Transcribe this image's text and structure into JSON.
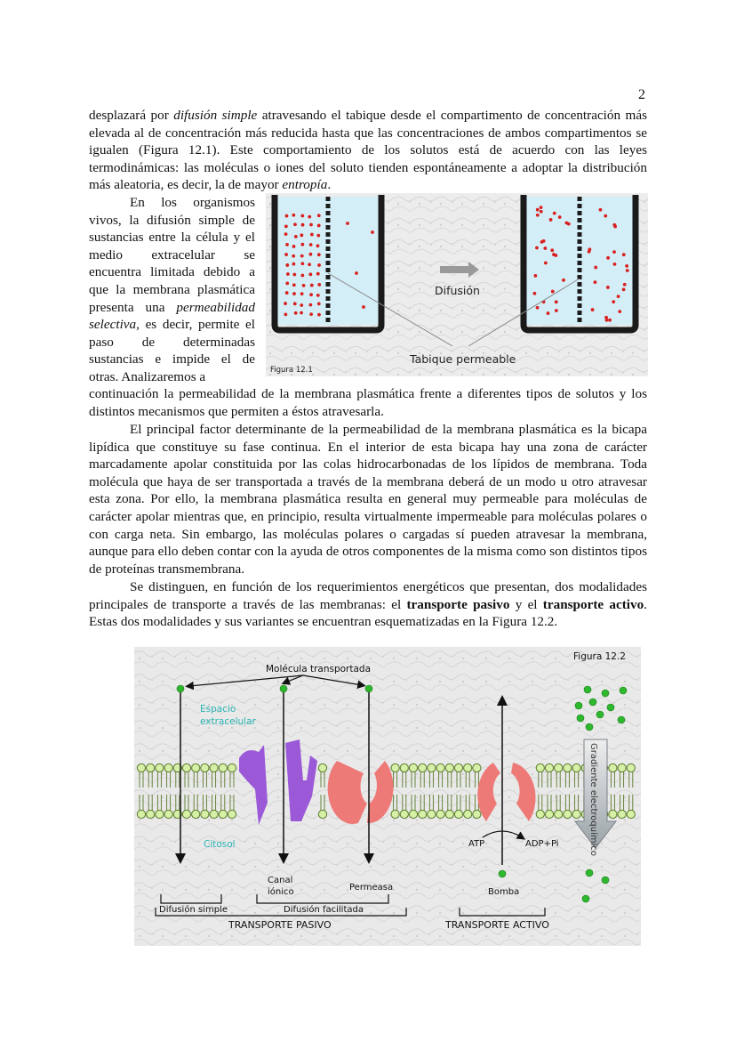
{
  "page_number": "2",
  "para1": {
    "t1": "desplazará por ",
    "i1": "difusión simple",
    "t2": " atravesando el tabique desde el compartimento de concentración más elevada al de concentración más reducida hasta que las concentraciones de ambos compartimentos se igualen (Figura 12.1). Este comportamiento de los solutos está de acuerdo con las leyes termodinámicas: las moléculas o iones del soluto tienden espontáneamente a adoptar la distribución más aleatoria, es decir, la de mayor ",
    "i2": "entropía",
    "t3": "."
  },
  "para2": {
    "t1": "En los organismos vivos, la difusión simple de sustancias entre la célula y el medio extracelular se encuentra limitada debido a que la membrana plasmática presenta una ",
    "i1": "permeabilidad selectiva",
    "t2": ", es decir, permite el paso de determinadas sustancias e impide el de otras. Analizaremos a",
    "cont": "continuación la permeabilidad de la membrana plasmática frente a diferentes tipos de solutos y los distintos mecanismos que permiten a éstos atravesarla."
  },
  "para3": "El principal factor determinante de la permeabilidad de la membrana plasmática es la bicapa lipídica que constituye su fase continua. En el interior de esta bicapa hay una zona de carácter marcadamente apolar constituida por las colas hidrocarbonadas de los lípidos de membrana. Toda molécula que haya de ser transportada a través de la membrana deberá de un modo u otro atravesar esta zona. Por ello, la membrana plasmática resulta en general muy permeable para moléculas de carácter apolar mientras que, en principio, resulta virtualmente impermeable para moléculas polares o con carga neta. Sin embargo, las moléculas polares o cargadas sí pueden atravesar la membrana, aunque para ello deben contar con la ayuda de otros componentes de la misma como son distintos tipos de proteínas transmembrana.",
  "para4": {
    "t1": "Se distinguen, en función de los requerimientos energéticos que presentan, dos modalidades principales de transporte a través de las membranas: el ",
    "b1": "transporte pasivo",
    "t2": " y el ",
    "b2": "transporte activo",
    "t3": ". Estas dos modalidades y sus variantes se encuentran esquematizadas en la Figura 12.2."
  },
  "fig1": {
    "caption": "Figura 12.1",
    "arrow_label": "Difusión",
    "septum_label": "Tabique permeable",
    "colors": {
      "water": "#d4eef8",
      "wall": "#1a1a1a",
      "dot": "#d8211f",
      "arrow": "#9a9a9a"
    }
  },
  "fig2": {
    "caption": "Figura 12.2",
    "molecule_label": "Molécula transportada",
    "extracellular_label": "Espacio extracelular",
    "cytosol_label": "Citosol",
    "channel_label": "Canal iónico",
    "permease_label": "Permeasa",
    "pump_label": "Bomba",
    "atp_label": "ATP",
    "adp_label": "ADP+Pi",
    "gradient_label": "Gradiente electroquímico",
    "simple_diffusion_label": "Difusión simple",
    "facilitated_diffusion_label": "Difusión facilitada",
    "passive_label": "TRANSPORTE PASIVO",
    "active_label": "TRANSPORTE ACTIVO",
    "colors": {
      "lipid_head": "#d6f0a8",
      "lipid_outline": "#5a7a2a",
      "channel": "#9b59d8",
      "permease": "#ee7a78",
      "molecule": "#2eb82e",
      "label_teal": "#2bb3b3"
    }
  }
}
